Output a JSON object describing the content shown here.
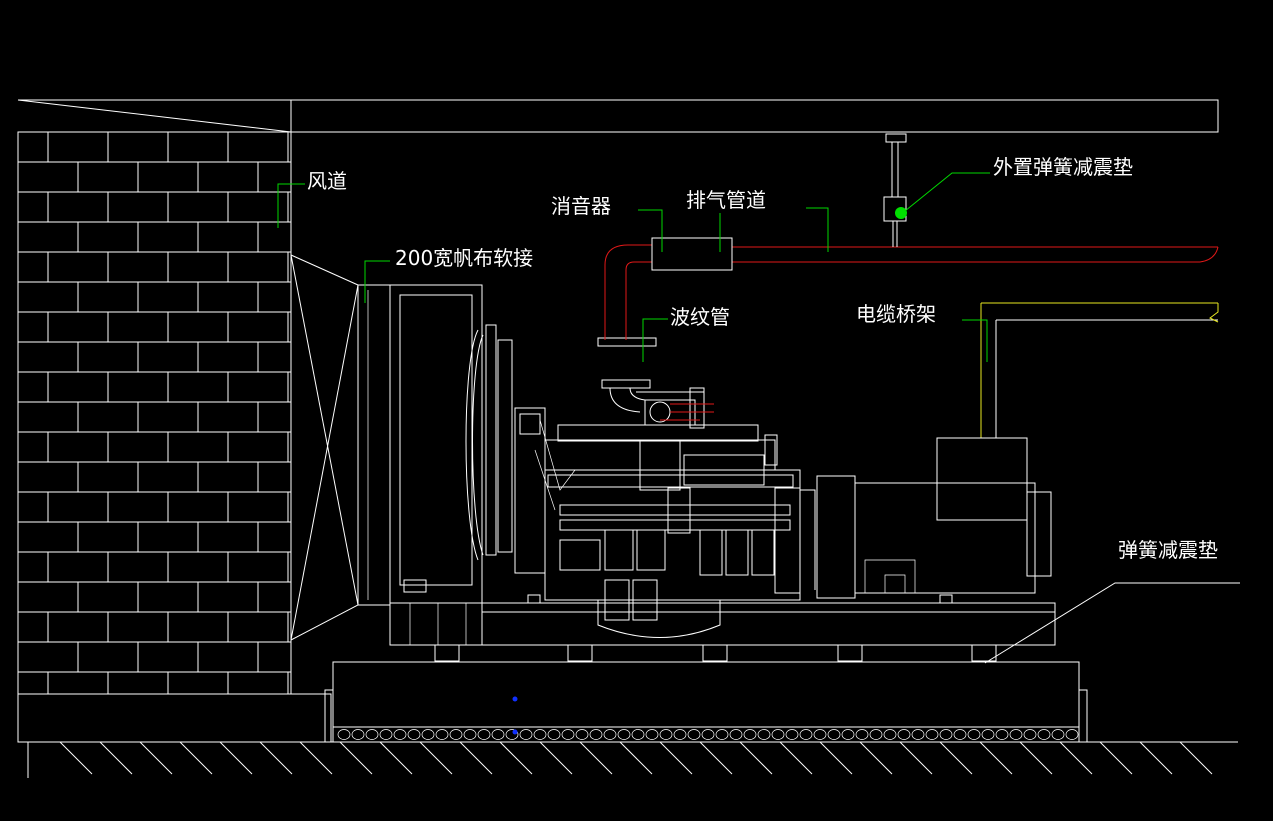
{
  "labels": {
    "air_duct": "风道",
    "canvas_joint": "200宽帆布软接",
    "muffler": "消音器",
    "exhaust_pipe": "排气管道",
    "external_spring_pad": "外置弹簧减震垫",
    "bellows": "波纹管",
    "cable_tray": "电缆桥架",
    "spring_pad": "弹簧减震垫"
  },
  "colors": {
    "background": "#000000",
    "line": "#ffffff",
    "leader": "#00d800",
    "exhaust": "#e01818",
    "cable_tray": "#e8e820",
    "foundation_fill": "#0c3a10",
    "marker": "#1030ff"
  }
}
